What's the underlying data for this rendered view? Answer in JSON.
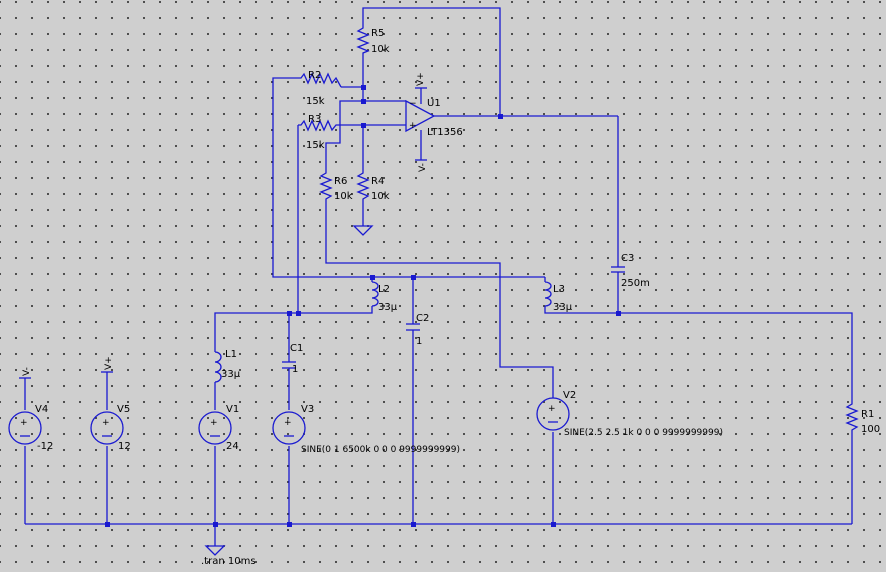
{
  "components": {
    "R5": {
      "name": "R5",
      "value": "10k"
    },
    "R2": {
      "name": "R2",
      "value": "15k"
    },
    "R3": {
      "name": "R3",
      "value": "15k"
    },
    "R6": {
      "name": "R6",
      "value": "10k"
    },
    "R4": {
      "name": "R4",
      "value": "10k"
    },
    "R1": {
      "name": "R1",
      "value": "100"
    },
    "U1": {
      "name": "U1",
      "value": "LT1356",
      "pos_supply": "V+",
      "neg_supply": "V-"
    },
    "L1": {
      "name": "L1",
      "value": "33µ"
    },
    "L2": {
      "name": "L2",
      "value": "33µ"
    },
    "L3": {
      "name": "L3",
      "value": "33µ"
    },
    "C1": {
      "name": "C1",
      "value": "1"
    },
    "C2": {
      "name": "C2",
      "value": "1"
    },
    "C3": {
      "name": "C3",
      "value": "250m"
    },
    "V1": {
      "name": "V1",
      "value": "24"
    },
    "V2": {
      "name": "V2",
      "value": "SINE(2.5 2.5 1k 0 0 0 9999999999)"
    },
    "V3": {
      "name": "V3",
      "value": "SINE(0 1 6500k 0 0 0 9999999999)"
    },
    "V4": {
      "name": "V4",
      "value": "-12"
    },
    "V5": {
      "name": "V5",
      "value": "12"
    }
  },
  "net_labels": {
    "vneg": "V-",
    "vpos": "V+"
  },
  "directive": ".tran 10ms",
  "colors": {
    "wire": "#1a1ad0",
    "background": "#cfcfcf",
    "grid_dot": "#3a3a3a",
    "text": "#000000"
  }
}
